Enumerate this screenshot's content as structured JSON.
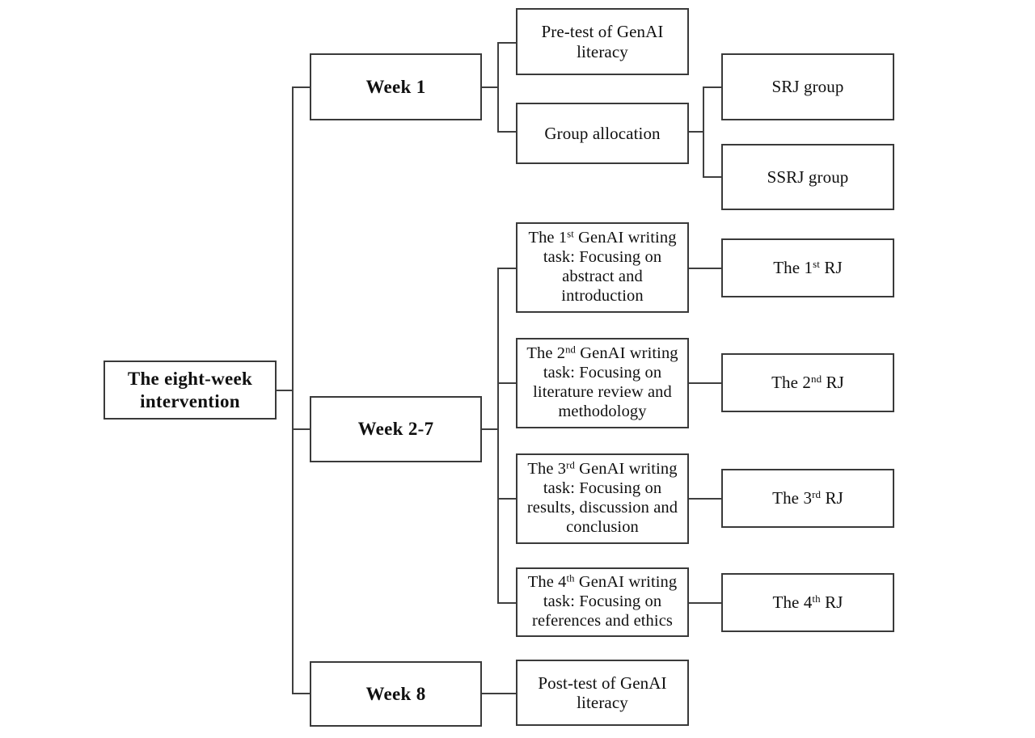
{
  "diagram": {
    "type": "flowchart",
    "orientation": "left-to-right tree",
    "title_node": "The eight-week intervention",
    "colors": {
      "background": "#ffffff",
      "box_border": "#3a3a3a",
      "connector": "#3f3f3f",
      "text": "#101010"
    },
    "nodes": {
      "root": {
        "label": "The eight-week\nintervention",
        "bold": true
      },
      "week1": {
        "label": "Week 1",
        "bold": true
      },
      "week27": {
        "label": "Week 2-7",
        "bold": true
      },
      "week8": {
        "label": "Week 8",
        "bold": true
      },
      "pretest": {
        "label": "Pre-test of GenAI\nliteracy",
        "bold": false
      },
      "group_allocation": {
        "label": "Group allocation",
        "bold": false
      },
      "srj_group": {
        "label": "SRJ group",
        "bold": false
      },
      "ssrj_group": {
        "label": "SSRJ group",
        "bold": false
      },
      "task1": {
        "prefix": "The 1",
        "ordinal": "st",
        "suffix": " GenAI writing\ntask: Focusing on\nabstract and\nintroduction",
        "bold": false
      },
      "task2": {
        "prefix": "The 2",
        "ordinal": "nd",
        "suffix": " GenAI writing\ntask: Focusing on\nliterature review and\nmethodology",
        "bold": false
      },
      "task3": {
        "prefix": "The 3",
        "ordinal": "rd",
        "suffix": " GenAI writing\ntask: Focusing on\nresults, discussion and\nconclusion",
        "bold": false
      },
      "task4": {
        "prefix": "The 4",
        "ordinal": "th",
        "suffix": " GenAI writing\ntask: Focusing on\nreferences and ethics",
        "bold": false
      },
      "rj1": {
        "prefix": "The 1",
        "ordinal": "st",
        "suffix": " RJ",
        "bold": false
      },
      "rj2": {
        "prefix": "The 2",
        "ordinal": "nd",
        "suffix": " RJ",
        "bold": false
      },
      "rj3": {
        "prefix": "The 3",
        "ordinal": "rd",
        "suffix": " RJ",
        "bold": false
      },
      "rj4": {
        "prefix": "The 4",
        "ordinal": "th",
        "suffix": " RJ",
        "bold": false
      },
      "posttest": {
        "label": "Post-test of GenAI\nliteracy",
        "bold": false
      }
    },
    "edges": [
      {
        "from": "root",
        "to": "week1"
      },
      {
        "from": "root",
        "to": "week27"
      },
      {
        "from": "root",
        "to": "week8"
      },
      {
        "from": "week1",
        "to": "pretest"
      },
      {
        "from": "week1",
        "to": "group_allocation"
      },
      {
        "from": "group_allocation",
        "to": "srj_group"
      },
      {
        "from": "group_allocation",
        "to": "ssrj_group"
      },
      {
        "from": "week27",
        "to": "task1"
      },
      {
        "from": "week27",
        "to": "task2"
      },
      {
        "from": "week27",
        "to": "task3"
      },
      {
        "from": "week27",
        "to": "task4"
      },
      {
        "from": "task1",
        "to": "rj1"
      },
      {
        "from": "task2",
        "to": "rj2"
      },
      {
        "from": "task3",
        "to": "rj3"
      },
      {
        "from": "task4",
        "to": "rj4"
      },
      {
        "from": "week8",
        "to": "posttest"
      }
    ]
  }
}
